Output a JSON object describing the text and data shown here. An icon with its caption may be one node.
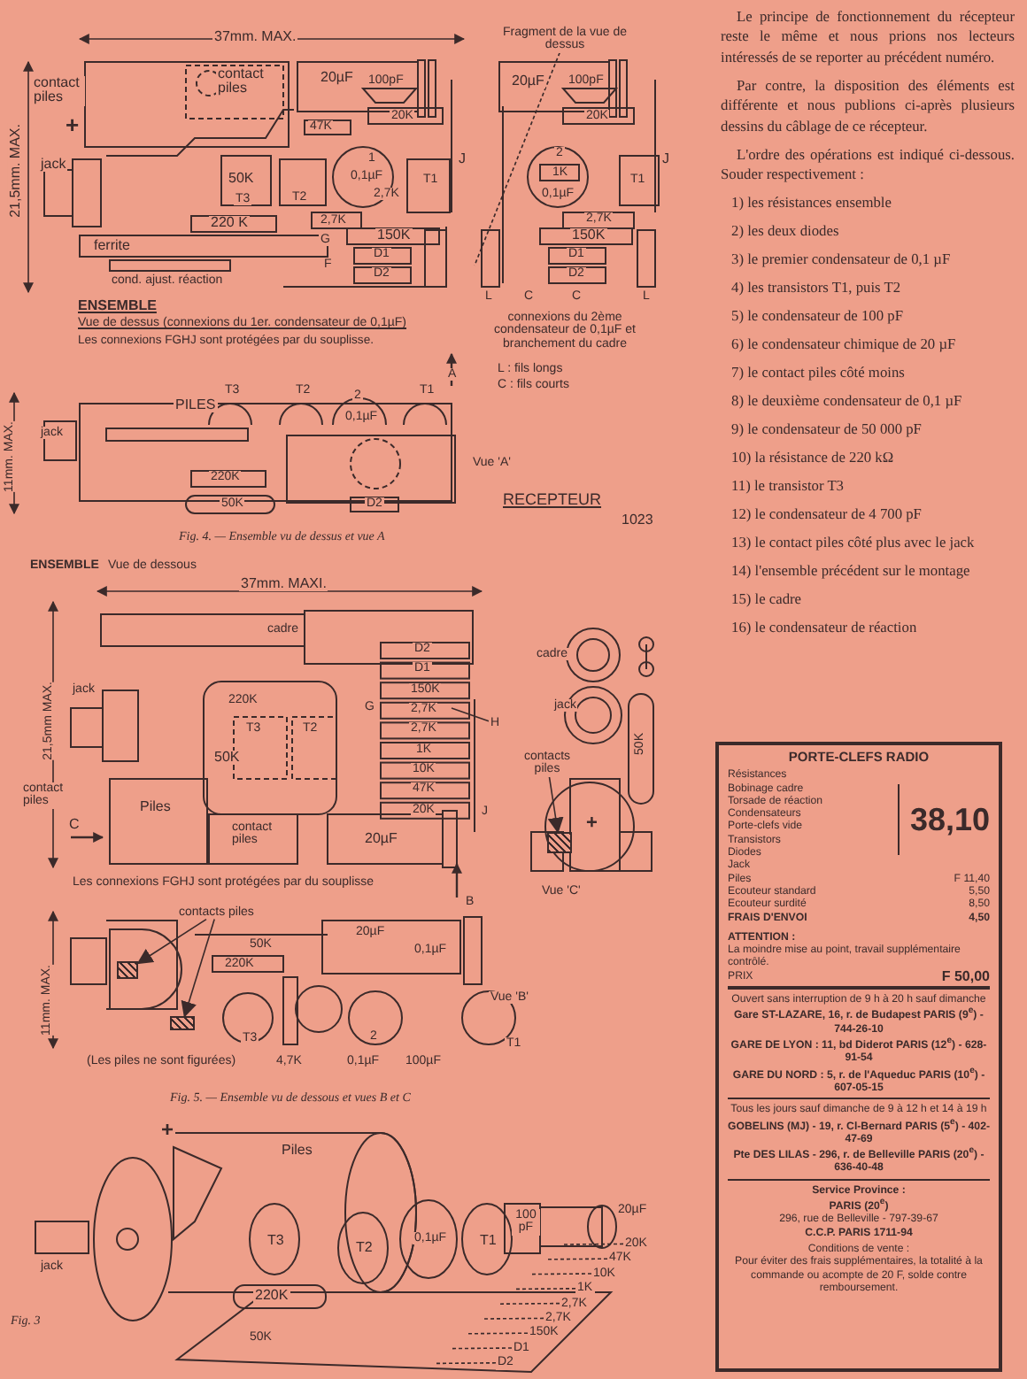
{
  "diagram": {
    "nodes": [
      {
        "text": [
          "PORTE-CLEFS RADIO",
          "Résistances",
          "Bobinage cadre",
          "Torsade de réaction",
          "Condensateurs",
          "Porte-clefs vide",
          "Transistors",
          "Diodes",
          "Jack",
          "38,10",
          "Piles",
          "F 11,40",
          "Ecouteur standard",
          "5,50",
          "Ecouteur surdité",
          "8,50",
          "FRAIS D'ENVOI",
          "4,50",
          "ATTENTION :",
          "La moindre mise au point, travail supplémentaire contrôlé.",
          "PRIX",
          "F 50,00",
          "Ouvert sans interruption de 9 h à 20 h sauf dimanche",
          "Gare ST-LAZARE, 16, r. de Budapest PARIS (9$^{e}$) - 744-26-10",
          "GARE DE LYON : 11, bd Diderot PARIS (12$^{e}$) - 628-91-54",
          "GARE DU NORD : 5, r. de l'Aqueduc PARIS (10$^{e}$) - 607-05-15",
          "Tous les jours sauf dimanche de 9 à 12 h et 14 à 19 h",
          "GOBELINS (MJ) - 19, r. Cl-Bernard PARIS (5$^{e}$) - 402-47-69",
          "Pte DES LILAS - 296, r. de Belleville PARIS (20$^{e}$) - 636-40-48",
          "Service Province :",
          "PARIS (20$^{e}$)",
          "296, rue de Belleville - 797-39-67",
          "C.C.P. PARIS 1711-94",
          "Conditions de vente :",
          "Pour éviter des frais supplémentaires, la totalité à la commande ou acompte de 20 F, solde contre remboursement."
        ]
      },
      {
        "text": [
          "20K"
        ]
      },
      {
        "text": [
          "47K"
        ]
      },
      {
        "text": [
          "10K"
        ]
      },
      {
        "text": [
          "1K"
        ]
      },
      {
        "text": [
          "2,7K"
        ]
      },
      {
        "text": [
          "2,7K"
        ]
      },
      {
        "text": [
          "150K"
        ]
      },
      {
        "text": [
          "D1"
        ]
      },
      {
        "text": [
          "D2"
        ]
      },
      {
        "text": [
          "contacts piles"
        ]
      },
      {
        "text": [
          "contacts piles"
        ]
      },
      {
        "text": [
          "H"
        ]
      },
      {
        "text": [
          "Fragment de la vue de dessus"
        ]
      },
      {
        "text": [],
        "shape": "box"
      },
      {
        "text": [],
        "shape": "box"
      },
      {
        "text": [],
        "shape": "box"
      }
    ],
    "edges": [
      {
        "from": 1,
        "to": null,
        "arrow": "none",
        "style": "dashed"
      },
      {
        "from": 2,
        "to": null,
        "arrow": "none",
        "style": "dashed"
      },
      {
        "from": 3,
        "to": null,
        "arrow": "none",
        "style": "dashed"
      },
      {
        "from": 4,
        "to": null,
        "arrow": "none",
        "style": "dashed"
      },
      {
        "from": 5,
        "to": null,
        "arrow": "none",
        "style": "dashed"
      },
      {
        "from": 6,
        "to": null,
        "arrow": "none",
        "style": "dashed"
      },
      {
        "from": 7,
        "to": null,
        "arrow": "none",
        "style": "dashed"
      },
      {
        "from": 8,
        "to": null,
        "arrow": "none",
        "style": "dashed"
      },
      {
        "from": 9,
        "to": null,
        "arrow": "none",
        "style": "dashed"
      },
      {
        "from": 10,
        "to": 14,
        "arrow": "to"
      },
      {
        "from": 10,
        "to": 15,
        "arrow": "to"
      },
      {
        "from": 11,
        "to": 16,
        "arrow": "to"
      },
      {
        "from": 12,
        "to": null,
        "arrow": "none"
      },
      {
        "from": 13,
        "to": null,
        "arrow": "none",
        "style": "dashed"
      }
    ],
    "labels": [
      "37mm. MAX.",
      "21,5mm. MAX.",
      "contact piles",
      "+",
      "jack",
      "contact piles",
      "20µF",
      "100pF",
      "20K",
      "47K",
      "50K",
      "T3",
      "T2",
      "1",
      "0,1µF",
      "2,7K",
      "T1",
      "220 K",
      "2,7K",
      "150K",
      "ferrite",
      "D1",
      "D2",
      "cond. ajust. réaction",
      "J",
      "F",
      "G",
      "20µF",
      "100pF",
      "20K",
      "2",
      "1K",
      "0,1µF",
      "T1",
      "J",
      "2,7K",
      "150K",
      "D1",
      "D2",
      "L",
      "C",
      "C",
      "L",
      "ENSEMBLE",
      "Vue de dessus (connexions du 1er. condensateur de 0,1µF)",
      "Les connexions FGHJ sont protégées par du souplisse.",
      "A",
      "connexions du 2ème condensateur de 0,1µF et branchement du cadre",
      "L : fils longs",
      "C : fils courts",
      "11mm. MAX.",
      "jack",
      "PILES",
      "T3",
      "T2",
      "2",
      "0,1µF",
      "T1",
      "220K",
      "50K",
      "D2",
      "Vue 'A'",
      "RECEPTEUR",
      "1023",
      "Fig. 4. — Ensemble vu de dessus et vue A",
      "ENSEMBLE",
      "Vue de dessous",
      "37mm. MAXI.",
      "21,5mm MAX.",
      "cadre",
      "D2",
      "D1",
      "150K",
      "2,7K",
      "2,7K",
      "1K",
      "10K",
      "47K",
      "20K",
      "jack",
      "220K",
      "T3",
      "T2",
      "50K",
      "contact piles",
      "C",
      "Piles",
      "contact piles",
      "20µF",
      "J",
      "G",
      "Les connexions FGHJ sont protégées par du souplisse",
      "B",
      "cadre",
      "jack",
      "50K",
      "+",
      "Vue 'C'",
      "11mm. MAX.",
      "50K",
      "20µF",
      "0,1µF",
      "220K",
      "Vue 'B'",
      "T3",
      "2",
      "T1",
      "(Les piles ne sont figurées)",
      "4,7K",
      "0,1µF",
      "100µF",
      "Fig. 5. — Ensemble vu de dessous et vues B et C",
      "+",
      "Piles",
      "jack",
      "T3",
      "T2",
      "0,1µF",
      "T1",
      "100 pF",
      "20µF",
      "220K",
      "50K",
      "Fig. 3",
      "Le principe de fonctionnement du récepteur reste le même et nous prions nos lecteurs intéressés de se reporter au précédent numéro.",
      "Par contre, la disposition des éléments est différente et nous publions ci-après plusieurs dessins du câblage de ce récepteur.",
      "L'ordre des opérations est indiqué ci-dessous. Souder respectivement :",
      "1) les résistances ensemble",
      "2) les deux diodes",
      "3) le premier condensateur de 0,1 µF",
      "4) les transistors T1, puis T2",
      "5) le condensateur de 100 pF",
      "6) le condensateur chimique de 20 µF",
      "7) le contact piles côté moins",
      "8) le deuxième condensateur de 0,1 µF",
      "9) le condensateur de 50 000 pF",
      "10) la résistance de 220 kΩ",
      "11) le transistor T3",
      "12) le condensateur de 4 700 pF",
      "13) le contact piles côté plus avec le jack",
      "14) l'ensemble précédent sur le montage",
      "15) le cadre",
      "16) le condensateur de réaction"
    ]
  }
}
